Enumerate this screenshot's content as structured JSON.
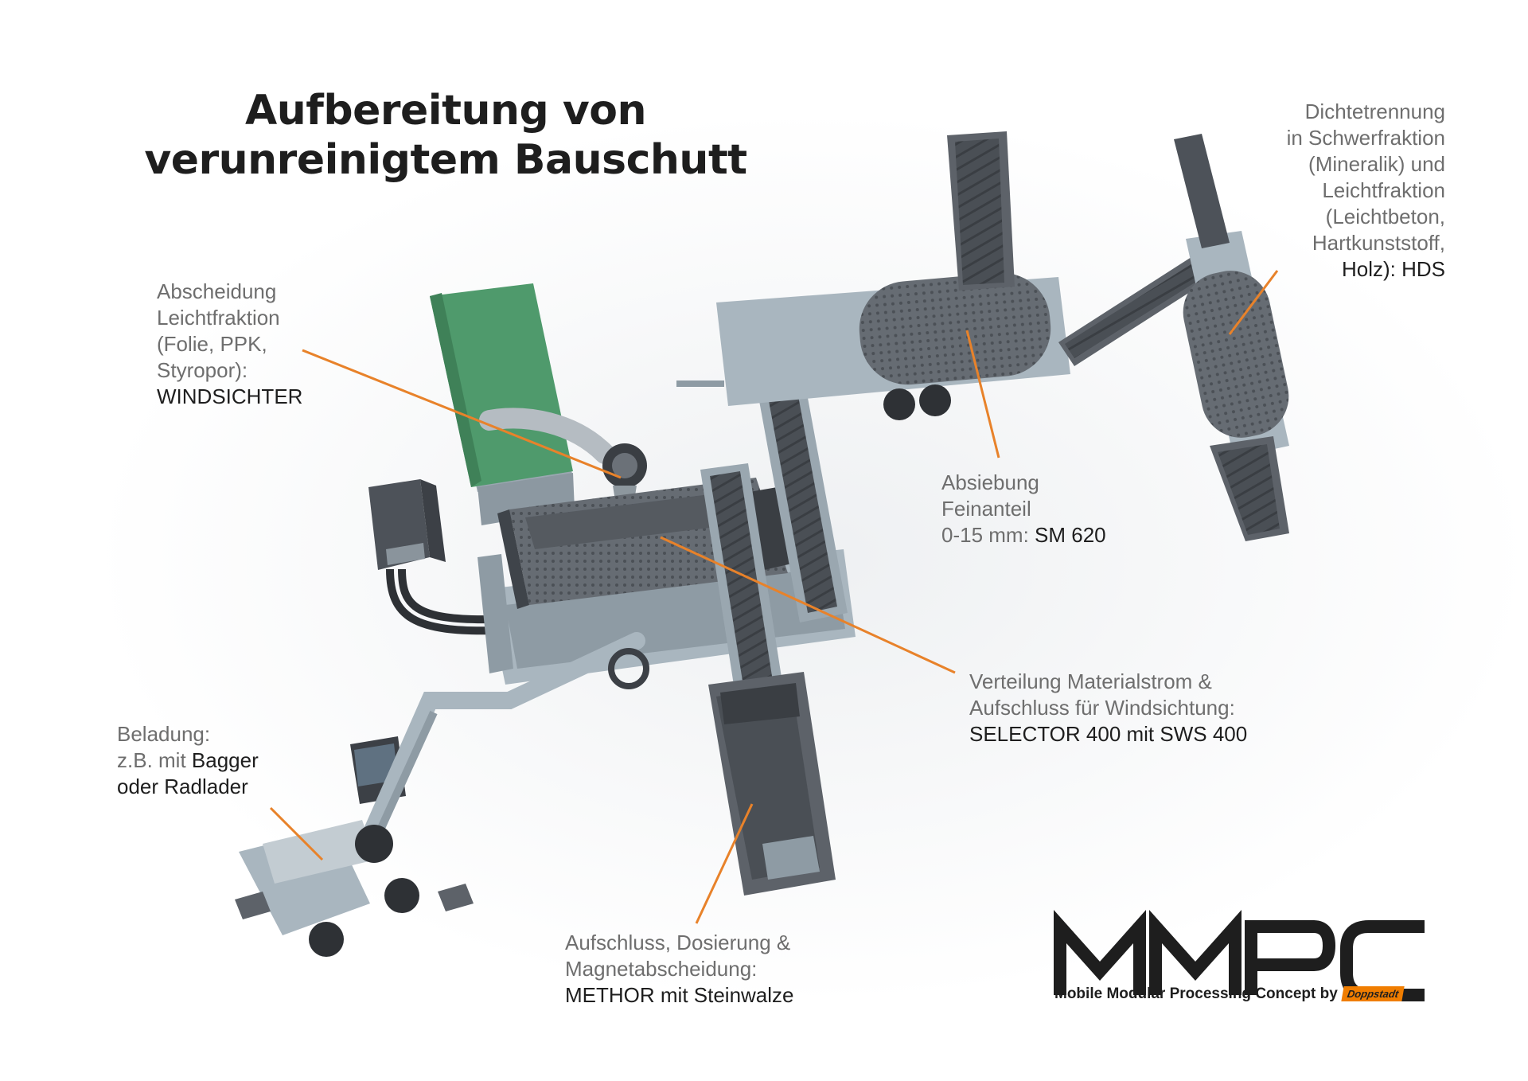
{
  "title": {
    "line1": "Aufbereitung von",
    "line2": "verunreinigtem Bauschutt"
  },
  "labels": {
    "windsichter": {
      "l1": "Abscheidung",
      "l2": "Leichtfraktion",
      "l3": "(Folie, PPK,",
      "l4": "Styropor):",
      "l5": "WINDSICHTER"
    },
    "hds": {
      "l1": "Dichtetrennung",
      "l2": "in Schwerfraktion",
      "l3": "(Mineralik) und",
      "l4": "Leichtfraktion",
      "l5": "(Leichtbeton,",
      "l6": "Hartkunststoff,",
      "l7": "Holz): HDS"
    },
    "sieb": {
      "l1": "Absiebung",
      "l2": "Feinanteil",
      "l3a": "0-15 mm: ",
      "l3b": "SM 620"
    },
    "selector": {
      "l1": "Verteilung Materialstrom &",
      "l2": "Aufschluss für Windsichtung:",
      "l3": "SELECTOR 400 mit SWS 400"
    },
    "beladung": {
      "l1": "Beladung:",
      "l2a": "z.B. mit ",
      "l2b": "Bagger",
      "l3": "oder Radlader"
    },
    "methor": {
      "l1": "Aufschluss, Dosierung &",
      "l2": "Magnetabscheidung:",
      "l3": "METHOR mit Steinwalze"
    }
  },
  "logo": {
    "letters": "MMPC",
    "tagline": "Mobile Modular Processing Concept by",
    "brand": "Doppstadt"
  },
  "colors": {
    "leader_line": "#e8822a",
    "machine_body": "#5d6269",
    "machine_frame": "#a9b6bf",
    "tarp_green": "#4f9a6c",
    "text_dark": "#1e1e1e",
    "text_grey": "#6e6e6e",
    "brand_orange": "#f07d00"
  }
}
